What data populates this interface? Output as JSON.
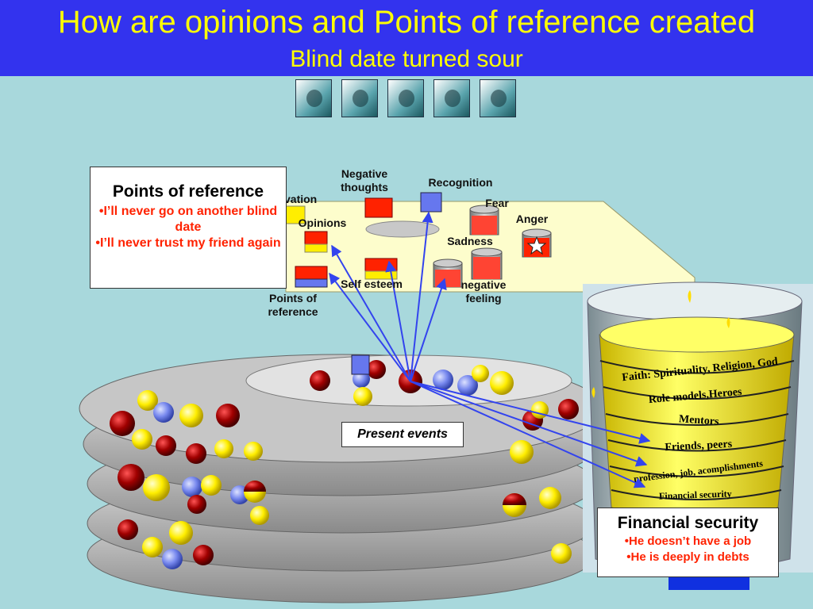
{
  "header": {
    "title": "How are opinions and Points of reference created",
    "subtitle": "Blind date turned sour"
  },
  "senses": [
    {
      "icon": "ear-icon"
    },
    {
      "icon": "nose-icon"
    },
    {
      "icon": "eye-icon"
    },
    {
      "icon": "mouth-icon"
    },
    {
      "icon": "hand-icon"
    }
  ],
  "labels": {
    "negative_thoughts": "Negative thoughts",
    "recognition": "Recognition",
    "motivation_partial": "vation",
    "fear": "Fear",
    "anger": "Anger",
    "opinions": "Opinions",
    "sadness": "Sadness",
    "self_esteem": "Self esteem",
    "negative_feeling": "negative feeling",
    "points_of_reference": "Points of reference"
  },
  "points_of_reference_box": {
    "title": "Points of reference",
    "items": [
      "•I’ll never go on another blind date",
      "•I’ll never trust my friend again"
    ]
  },
  "present_events": "Present events",
  "cylinder_layers": [
    "Faith: Spirituality, Religion, God",
    "Role models,Heroes",
    "Mentors",
    "Friends, peers",
    "profession, job, acomplishments",
    "Financial security"
  ],
  "financial_box": {
    "title": "Financial security",
    "items": [
      "•He doesn’t have a job",
      "•He is deeply in debts"
    ]
  },
  "colors": {
    "header_bg": "#3333ee",
    "title": "#ffff00",
    "scene_bg": "#a8d8dc",
    "red_text": "#ff2200",
    "arrow": "#3344ee",
    "ball_red": "#8b0000",
    "ball_yellow": "#ffee00",
    "ball_blue": "#7788ee"
  }
}
